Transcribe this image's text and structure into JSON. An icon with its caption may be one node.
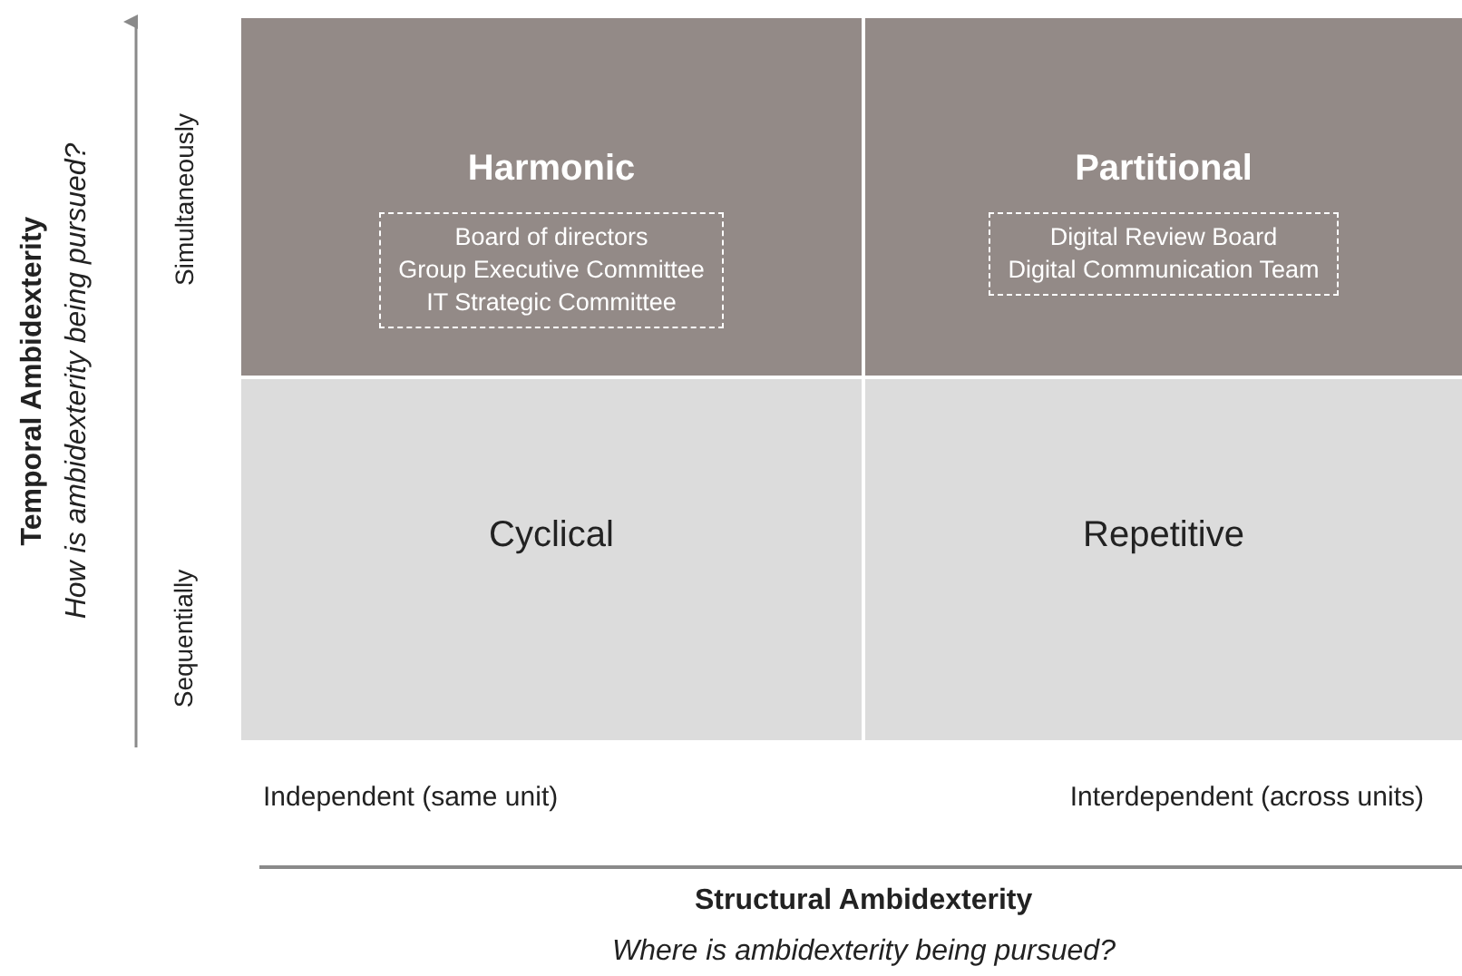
{
  "diagram": {
    "nodes": [
      {
        "text": [
          "Harmonic"
        ]
      },
      {
        "text": [
          "Board of directors",
          "Group Executive Committee",
          "IT Strategic Committee"
        ],
        "in": 0
      },
      {
        "text": [
          "Partitional"
        ]
      },
      {
        "text": [
          "Digital Review Board",
          "Digital Communication Team"
        ],
        "in": 2
      },
      {
        "text": [
          "Cyclical"
        ]
      },
      {
        "text": [
          "Repetitive"
        ]
      }
    ],
    "edges": [],
    "labels": [
      "Temporal Ambidexterity",
      "How is ambidexterity being pursued?",
      "Simultaneously",
      "Sequentially",
      "Independent (same unit)",
      "Interdependent (across units)",
      "Structural Ambidexterity",
      "Where is ambidexterity being pursued?"
    ]
  }
}
